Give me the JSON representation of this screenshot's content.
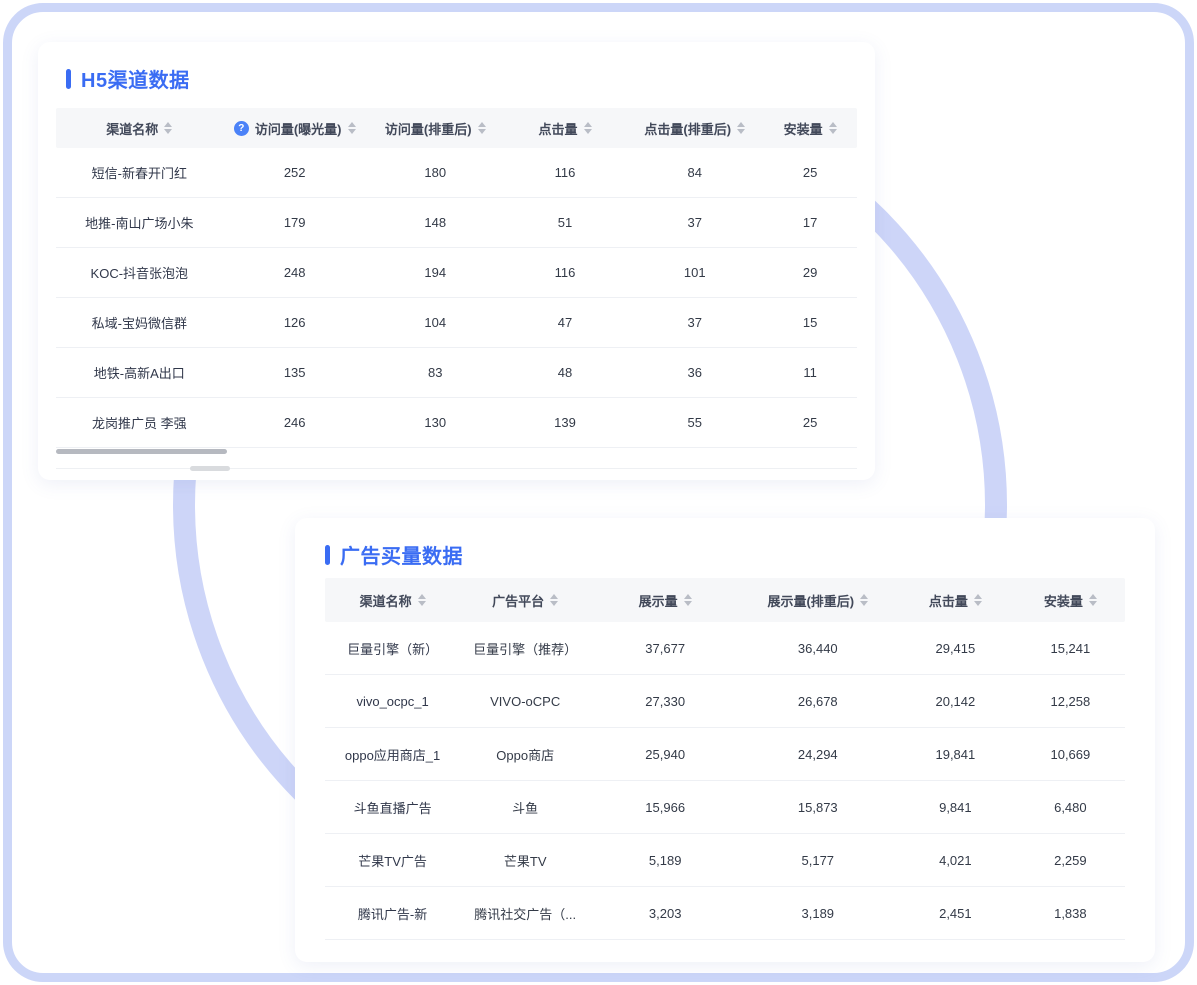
{
  "theme": {
    "accent": "#3a6cf3",
    "frame_color": "#ccd6f8",
    "circle_color": "#cdd5f8",
    "header_bg": "#f6f7f9",
    "help_icon_bg": "#4b82f8"
  },
  "icons": {
    "help_glyph": "?",
    "sort_icon": "sort-arrows"
  },
  "cards": [
    {
      "title": "H5渠道数据",
      "columns": [
        {
          "label": "渠道名称",
          "help": false
        },
        {
          "label": "访问量(曝光量)",
          "help": true
        },
        {
          "label": "访问量(排重后)",
          "help": false
        },
        {
          "label": "点击量",
          "help": false
        },
        {
          "label": "点击量(排重后)",
          "help": false
        },
        {
          "label": "安装量",
          "help": false
        }
      ],
      "rows": [
        [
          "短信-新春开门红",
          "252",
          "180",
          "116",
          "84",
          "25"
        ],
        [
          "地推-南山广场小朱",
          "179",
          "148",
          "51",
          "37",
          "17"
        ],
        [
          "KOC-抖音张泡泡",
          "248",
          "194",
          "116",
          "101",
          "29"
        ],
        [
          "私域-宝妈微信群",
          "126",
          "104",
          "47",
          "37",
          "15"
        ],
        [
          "地铁-高新A出口",
          "135",
          "83",
          "48",
          "36",
          "11"
        ],
        [
          "龙岗推广员 李强",
          "246",
          "130",
          "139",
          "55",
          "25"
        ]
      ]
    },
    {
      "title": "广告买量数据",
      "columns": [
        {
          "label": "渠道名称",
          "help": false
        },
        {
          "label": "广告平台",
          "help": false
        },
        {
          "label": "展示量",
          "help": false
        },
        {
          "label": "展示量(排重后)",
          "help": false
        },
        {
          "label": "点击量",
          "help": false
        },
        {
          "label": "安装量",
          "help": false
        }
      ],
      "rows": [
        [
          "巨量引擎（新）",
          "巨量引擎（推荐）",
          "37,677",
          "36,440",
          "29,415",
          "15,241"
        ],
        [
          "vivo_ocpc_1",
          "VIVO-oCPC",
          "27,330",
          "26,678",
          "20,142",
          "12,258"
        ],
        [
          "oppo应用商店_1",
          "Oppo商店",
          "25,940",
          "24,294",
          "19,841",
          "10,669"
        ],
        [
          "斗鱼直播广告",
          "斗鱼",
          "15,966",
          "15,873",
          "9,841",
          "6,480"
        ],
        [
          "芒果TV广告",
          "芒果TV",
          "5,189",
          "5,177",
          "4,021",
          "2,259"
        ],
        [
          "腾讯广告-新",
          "腾讯社交广告（...",
          "3,203",
          "3,189",
          "2,451",
          "1,838"
        ]
      ]
    }
  ]
}
